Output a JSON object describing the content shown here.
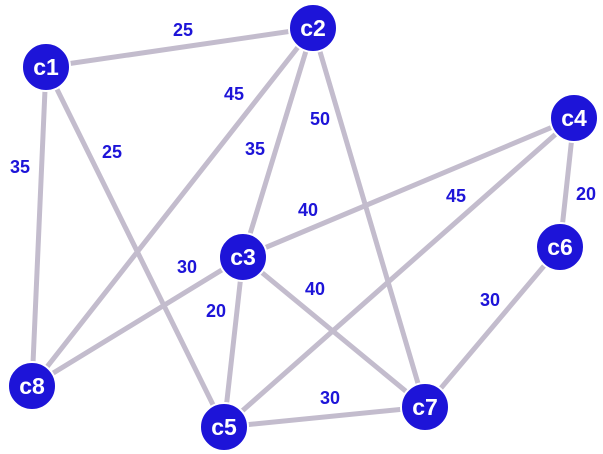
{
  "diagram": {
    "type": "weighted-undirected-graph",
    "colors": {
      "node_fill": "#1d14d8",
      "edge_stroke": "#c3bccd",
      "weight_text": "#1d14d8",
      "node_text": "#ffffff"
    },
    "nodes": [
      {
        "id": "c1",
        "label": "c1"
      },
      {
        "id": "c2",
        "label": "c2"
      },
      {
        "id": "c3",
        "label": "c3"
      },
      {
        "id": "c4",
        "label": "c4"
      },
      {
        "id": "c5",
        "label": "c5"
      },
      {
        "id": "c6",
        "label": "c6"
      },
      {
        "id": "c7",
        "label": "c7"
      },
      {
        "id": "c8",
        "label": "c8"
      }
    ],
    "edges": [
      {
        "from": "c1",
        "to": "c2",
        "weight": "25"
      },
      {
        "from": "c1",
        "to": "c8",
        "weight": "35"
      },
      {
        "from": "c1",
        "to": "c5",
        "weight": "25"
      },
      {
        "from": "c2",
        "to": "c8",
        "weight": "45"
      },
      {
        "from": "c2",
        "to": "c3",
        "weight": "35"
      },
      {
        "from": "c2",
        "to": "c7",
        "weight": "50"
      },
      {
        "from": "c3",
        "to": "c4",
        "weight": "40"
      },
      {
        "from": "c4",
        "to": "c5",
        "weight": "45"
      },
      {
        "from": "c4",
        "to": "c6",
        "weight": "20"
      },
      {
        "from": "c3",
        "to": "c8",
        "weight": "30"
      },
      {
        "from": "c3",
        "to": "c5",
        "weight": "20"
      },
      {
        "from": "c3",
        "to": "c7",
        "weight": "40"
      },
      {
        "from": "c6",
        "to": "c7",
        "weight": "30"
      },
      {
        "from": "c5",
        "to": "c7",
        "weight": "30"
      }
    ]
  }
}
